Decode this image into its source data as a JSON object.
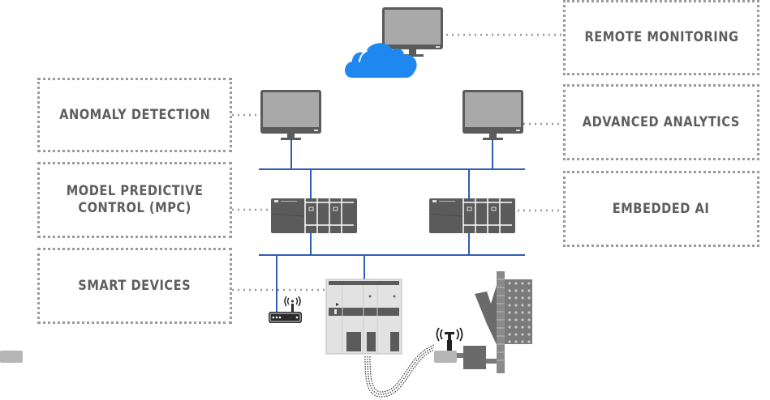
{
  "diagram": {
    "labels": {
      "remote_monitoring": "REMOTE MONITORING",
      "anomaly_detection": "ANOMALY DETECTION",
      "advanced_analytics": "ADVANCED ANALYTICS",
      "model_predictive_control": "MODEL PREDICTIVE\nCONTROL (MPC)",
      "embedded_ai": "EMBEDDED AI",
      "smart_devices": "SMART DEVICES"
    },
    "icons": [
      "cloud-icon",
      "monitor-icon",
      "plc-controller-icon",
      "router-icon",
      "io-rack-icon",
      "wireless-sensor-icon",
      "industrial-machine-icon"
    ],
    "colors": {
      "network_line": "#2f5fb3",
      "cloud": "#1f88f0",
      "device_dark": "#5b5b5b",
      "device_light": "#a9a9a9",
      "label_text": "#5e5e5e",
      "dotted_border": "#9a9a9a"
    }
  }
}
